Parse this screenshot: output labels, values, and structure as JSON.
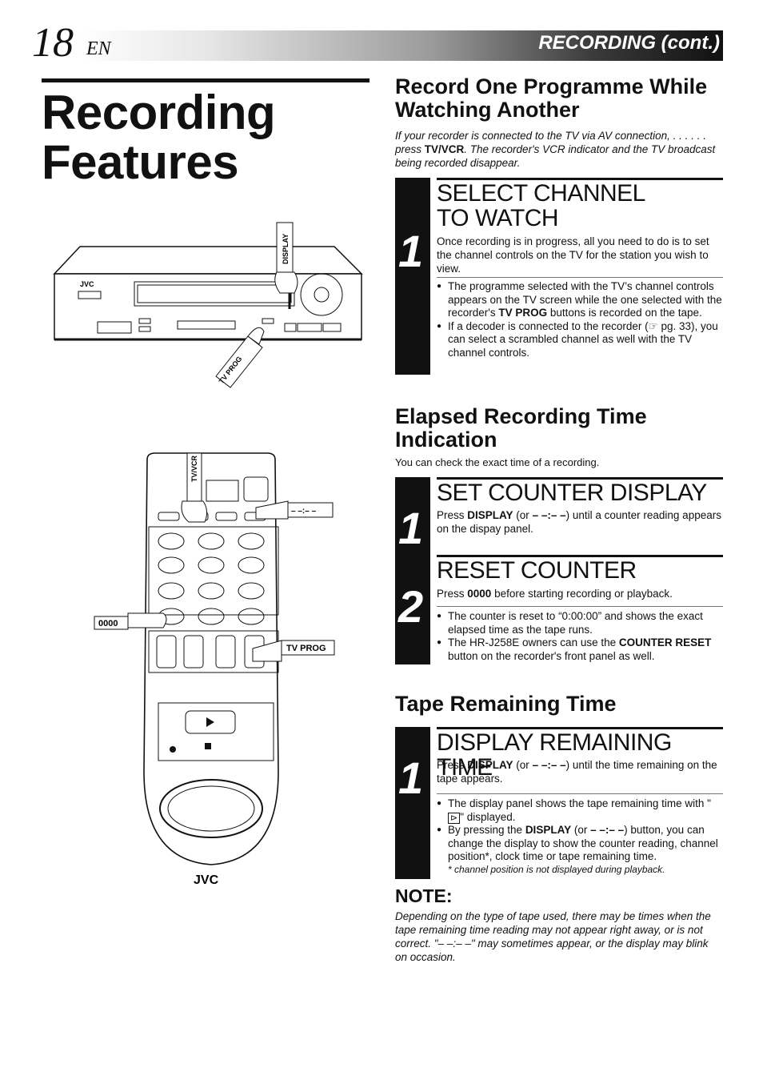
{
  "header": {
    "page_number": "18",
    "lang": "EN",
    "section": "RECORDING (cont.)"
  },
  "title": "Recording Features",
  "vcr_illustration": {
    "brand": "JVC",
    "label_display": "DISPLAY",
    "label_tvprog": "TV PROG"
  },
  "remote_illustration": {
    "brand": "JVC",
    "label_tvvcr": "TV/VCR",
    "label_counter": "– –:– –",
    "label_0000": "0000",
    "label_tvprog": "TV PROG"
  },
  "sections": [
    {
      "heading": "Record One Programme While Watching Another",
      "intro_parts": [
        "If your recorder is connected to the TV via AV connection, . . . . . . press ",
        "TV/VCR",
        ". The recorder's VCR indicator and the TV broadcast being recorded disappear."
      ],
      "steps": [
        {
          "number": "1",
          "title": "SELECT CHANNEL TO WATCH",
          "text": "Once recording is in progress, all you need to do is to set the channel controls on the TV for the station you wish to view.",
          "bullets": [
            [
              "The programme selected with the TV’s channel controls appears on the TV screen while the one selected with the recorder's ",
              "TV PROG",
              " buttons is recorded on the tape."
            ],
            [
              "If a decoder is connected to the recorder (☞ pg. 33), you can select a scrambled channel as well with the TV channel controls.",
              "",
              ""
            ]
          ]
        }
      ]
    },
    {
      "heading": "Elapsed Recording Time Indication",
      "intro": "You can check the exact time of a recording.",
      "steps": [
        {
          "number": "1",
          "title": "SET COUNTER DISPLAY",
          "text_parts": [
            "Press ",
            "DISPLAY",
            " (or ",
            "– –:– –",
            ") until a counter reading appears on the dispay panel."
          ]
        },
        {
          "number": "2",
          "title": "RESET COUNTER",
          "text_parts": [
            "Press ",
            "0000",
            " before starting recording or playback."
          ],
          "bullets": [
            [
              "The counter is reset to “0:00:00” and shows the exact elapsed time as the tape runs.",
              "",
              ""
            ],
            [
              "The HR-J258E owners can use the ",
              "COUNTER RESET",
              " button on the recorder's front panel as well."
            ]
          ]
        }
      ]
    },
    {
      "heading": "Tape Remaining Time",
      "steps": [
        {
          "number": "1",
          "title": "DISPLAY REMAINING TIME",
          "text_parts": [
            "Press ",
            "DISPLAY",
            " (or ",
            "– –:– –",
            ") until the time remaining on the tape appears."
          ],
          "bullets": [
            [
              "The display panel shows the tape remaining time with \"",
              "⊳",
              "\" displayed."
            ],
            [
              "By pressing the ",
              "DISPLAY",
              " (or ",
              "– –:– –",
              ") button, you can change the display to show the counter reading, channel position*, clock time or tape remaining time."
            ]
          ],
          "footnote": "* channel position is not displayed during playback."
        }
      ]
    }
  ],
  "note": {
    "heading": "NOTE:",
    "text": "Depending on the type of tape used, there may be times when the tape remaining time reading may not appear right away, or is not correct. \"– –:– –\" may sometimes appear, or the display may blink on occasion."
  }
}
